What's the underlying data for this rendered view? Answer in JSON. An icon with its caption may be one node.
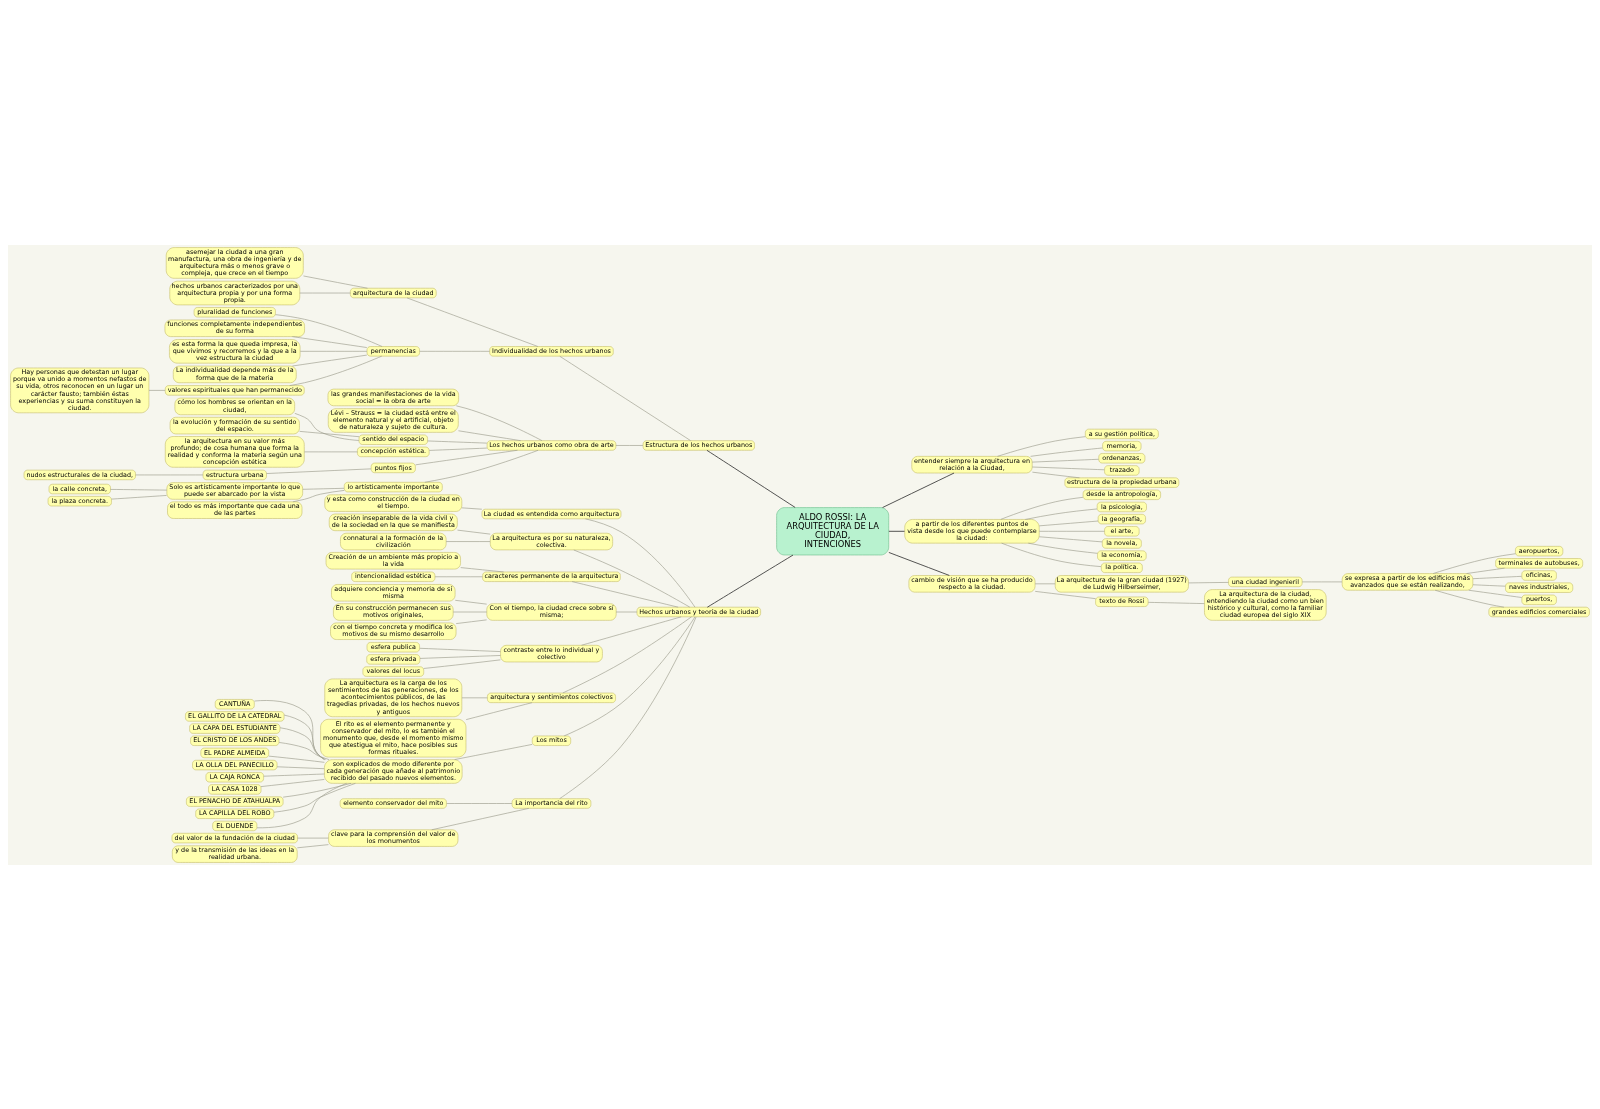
{
  "diagram": {
    "nodes": [
      {
        "text": [
          "ALDO ROSSI: LA ARQUITECTURA DE LA CIUDAD, INTENCIONES"
        ]
      },
      {
        "text": [
          "Estructura de los hechos urbanos"
        ]
      },
      {
        "text": [
          "Individualidad de los hechos urbanos"
        ]
      },
      {
        "text": [
          "arquitectura de la ciudad"
        ]
      },
      {
        "text": [
          "asemejar la ciudad a una gran manufactura, una obra de ingeniería y de arquitectura más o menos grave o compleja, que crece en el tiempo"
        ]
      },
      {
        "text": [
          "hechos urbanos caracterizados por una arquitectura propia y por una forma propia."
        ]
      },
      {
        "text": [
          "permanencias"
        ]
      },
      {
        "text": [
          "pluralidad de funciones"
        ]
      },
      {
        "text": [
          "funciones completamente independientes de su forma"
        ]
      },
      {
        "text": [
          "es esta forma la que queda impresa, la que vivimos y recorremos y la que a la vez estructura la ciudad"
        ]
      },
      {
        "text": [
          "La individualidad depende más de la forma que de la materia"
        ]
      },
      {
        "text": [
          "valores espirituales que han permanecido"
        ]
      },
      {
        "text": [
          "Hay personas que detestan un lugar porque va unido a momentos nefastos de su vida, otros reconocen en un lugar un carácter fausto; también éstas experiencias y su suma constituyen la ciudad."
        ]
      },
      {
        "text": [
          "Los hechos urbanos como obra de arte"
        ]
      },
      {
        "text": [
          "las grandes manifestaciones de la vida social = la obra de arte"
        ]
      },
      {
        "text": [
          "Lévi – Strauss = la ciudad está entre el elemento natural y el artificial, objeto de naturaleza y sujeto de cultura."
        ]
      },
      {
        "text": [
          "sentido del espacio"
        ]
      },
      {
        "text": [
          "cómo los hombres se orientan en la ciudad,"
        ]
      },
      {
        "text": [
          "la evolución y formación de su sentido del espacio."
        ]
      },
      {
        "text": [
          "concepción estética."
        ]
      },
      {
        "text": [
          "la arquitectura en su valor más profundo; de cosa humana que forma la realidad y conforma la materia según una concepción estética"
        ]
      },
      {
        "text": [
          "puntos fijos"
        ]
      },
      {
        "text": [
          "estructura urbana"
        ]
      },
      {
        "text": [
          "nudos estructurales de la ciudad,"
        ]
      },
      {
        "text": [
          "lo artísticamente importante"
        ]
      },
      {
        "text": [
          "Solo es artísticamente importante lo que puede ser abarcado por la vista"
        ]
      },
      {
        "text": [
          "la calle concreta,"
        ]
      },
      {
        "text": [
          "la plaza concreta."
        ]
      },
      {
        "text": [
          "el todo es más importante que cada una de las partes"
        ]
      },
      {
        "text": [
          "Hechos urbanos y teoría de la ciudad"
        ]
      },
      {
        "text": [
          "La ciudad es entendida como arquitectura"
        ]
      },
      {
        "text": [
          "y esta como construcción de la ciudad en el tiempo."
        ]
      },
      {
        "text": [
          "La arquitectura es por su naturaleza, colectiva."
        ]
      },
      {
        "text": [
          "creación inseparable de la vida civil y de la sociedad en la que se manifiesta"
        ]
      },
      {
        "text": [
          "connatural a la formación de la civilización"
        ]
      },
      {
        "text": [
          "caracteres permanente de la arquitectura"
        ]
      },
      {
        "text": [
          "Creación de un ambiente más propicio a la vida"
        ]
      },
      {
        "text": [
          "intencionalidad estética"
        ]
      },
      {
        "text": [
          "Con el tiempo, la ciudad crece sobre sí misma;"
        ]
      },
      {
        "text": [
          "adquiere conciencia y memoria de sí misma"
        ]
      },
      {
        "text": [
          "En su construcción permanecen sus motivos originales,"
        ]
      },
      {
        "text": [
          "con el tiempo concreta y modifica los motivos de su mismo desarrollo"
        ]
      },
      {
        "text": [
          "contraste entre lo individual y colectivo"
        ]
      },
      {
        "text": [
          "esfera publica"
        ]
      },
      {
        "text": [
          "esfera privada"
        ]
      },
      {
        "text": [
          "valores del locus"
        ]
      },
      {
        "text": [
          "arquitectura y sentimientos colectivos"
        ]
      },
      {
        "text": [
          "La arquitectura es la carga de los sentimientos de las generaciones, de los acontecimientos públicos, de las tragedias privadas, de los hechos nuevos y antiguos"
        ]
      },
      {
        "text": [
          "El rito es el elemento permanente y conservador del mito, lo es también el monumento que, desde el momento mismo que atestigua el mito, hace posibles sus formas rituales."
        ]
      },
      {
        "text": [
          "Los mitos"
        ]
      },
      {
        "text": [
          "son explicados de modo diferente por cada generación que añade al patrimonio recibido del pasado nuevos elementos."
        ]
      },
      {
        "text": [
          "CANTUÑA"
        ]
      },
      {
        "text": [
          "EL GALLITO DE LA CATEDRAL"
        ]
      },
      {
        "text": [
          "LA CAPA DEL ESTUDIANTE"
        ]
      },
      {
        "text": [
          "EL CRISTO DE LOS ANDES"
        ]
      },
      {
        "text": [
          "EL PADRE ALMEIDA"
        ]
      },
      {
        "text": [
          "LA OLLA DEL PANECILLO"
        ]
      },
      {
        "text": [
          "LA CAJA RONCA"
        ]
      },
      {
        "text": [
          "LA CASA 1028"
        ]
      },
      {
        "text": [
          "EL PENACHO DE ATAHUALPA"
        ]
      },
      {
        "text": [
          "LA CAPILLA DEL ROBO"
        ]
      },
      {
        "text": [
          "EL DUENDE"
        ]
      },
      {
        "text": [
          "La importancia del rito"
        ]
      },
      {
        "text": [
          "elemento conservador del mito"
        ]
      },
      {
        "text": [
          "clave para la comprensión del valor de los monumentos"
        ]
      },
      {
        "text": [
          "del valor de la fundación de la ciudad"
        ]
      },
      {
        "text": [
          "y de la transmisión de las ideas en la realidad urbana."
        ]
      },
      {
        "text": [
          "entender siempre la arquitectura en relación a la Ciudad,"
        ]
      },
      {
        "text": [
          "a su gestión política,"
        ]
      },
      {
        "text": [
          "memoria,"
        ]
      },
      {
        "text": [
          "ordenanzas,"
        ]
      },
      {
        "text": [
          "trazado"
        ]
      },
      {
        "text": [
          "estructura de la propiedad urbana"
        ]
      },
      {
        "text": [
          "a partir de los diferentes puntos de vista desde los que puede contemplarse la ciudad:"
        ]
      },
      {
        "text": [
          "desde la antropología,"
        ]
      },
      {
        "text": [
          "la psicologia,"
        ]
      },
      {
        "text": [
          "la geografía,"
        ]
      },
      {
        "text": [
          "el arte,"
        ]
      },
      {
        "text": [
          "la novela,"
        ]
      },
      {
        "text": [
          "la economía,"
        ]
      },
      {
        "text": [
          "la política."
        ]
      },
      {
        "text": [
          "cambio de visión que se ha producido respecto a la ciudad."
        ]
      },
      {
        "text": [
          "La arquitectura de la gran ciudad (1927) de Ludwig Hilberseimer,"
        ]
      },
      {
        "text": [
          "una ciudad ingenieril"
        ]
      },
      {
        "text": [
          "se expresa a partir de los edificios más avanzados que se están realizando,"
        ]
      },
      {
        "text": [
          "aeropuertos,"
        ]
      },
      {
        "text": [
          "terminales de autobuses,"
        ]
      },
      {
        "text": [
          "oficinas,"
        ]
      },
      {
        "text": [
          "naves industriales,"
        ]
      },
      {
        "text": [
          "puertos,"
        ]
      },
      {
        "text": [
          "grandes edificios comerciales"
        ]
      },
      {
        "text": [
          "texto de Rossi"
        ]
      },
      {
        "text": [
          "La arquitectura de la ciudad, entendiendo la ciudad como un bien histórico y cultural, como la familiar ciudad europea del siglo XIX"
        ]
      }
    ],
    "edges": [
      {
        "from": 0,
        "to": 1,
        "arrow": "none",
        "color": "#333333"
      },
      {
        "from": 1,
        "to": 2,
        "arrow": "none"
      },
      {
        "from": 2,
        "to": 3,
        "arrow": "none"
      },
      {
        "from": 3,
        "to": 4,
        "arrow": "none"
      },
      {
        "from": 3,
        "to": 5,
        "arrow": "none"
      },
      {
        "from": 2,
        "to": 6,
        "arrow": "none"
      },
      {
        "from": 6,
        "to": 7,
        "arrow": "none"
      },
      {
        "from": 6,
        "to": 8,
        "arrow": "none"
      },
      {
        "from": 6,
        "to": 9,
        "arrow": "none"
      },
      {
        "from": 6,
        "to": 10,
        "arrow": "none"
      },
      {
        "from": 6,
        "to": 11,
        "arrow": "none"
      },
      {
        "from": 11,
        "to": 12,
        "arrow": "none"
      },
      {
        "from": 1,
        "to": 13,
        "arrow": "none"
      },
      {
        "from": 13,
        "to": 14,
        "arrow": "none"
      },
      {
        "from": 13,
        "to": 15,
        "arrow": "none"
      },
      {
        "from": 13,
        "to": 16,
        "arrow": "none"
      },
      {
        "from": 16,
        "to": 17,
        "arrow": "none"
      },
      {
        "from": 16,
        "to": 18,
        "arrow": "none"
      },
      {
        "from": 13,
        "to": 19,
        "arrow": "none"
      },
      {
        "from": 19,
        "to": 20,
        "arrow": "none"
      },
      {
        "from": 13,
        "to": 21,
        "arrow": "none"
      },
      {
        "from": 21,
        "to": 22,
        "arrow": "none"
      },
      {
        "from": 22,
        "to": 23,
        "arrow": "none"
      },
      {
        "from": 13,
        "to": 24,
        "arrow": "none"
      },
      {
        "from": 24,
        "to": 25,
        "arrow": "none"
      },
      {
        "from": 25,
        "to": 26,
        "arrow": "none"
      },
      {
        "from": 25,
        "to": 27,
        "arrow": "none"
      },
      {
        "from": 24,
        "to": 28,
        "arrow": "none"
      },
      {
        "from": 0,
        "to": 29,
        "arrow": "none",
        "color": "#333333"
      },
      {
        "from": 29,
        "to": 30,
        "arrow": "none"
      },
      {
        "from": 30,
        "to": 31,
        "arrow": "none"
      },
      {
        "from": 29,
        "to": 32,
        "arrow": "none"
      },
      {
        "from": 32,
        "to": 33,
        "arrow": "none"
      },
      {
        "from": 32,
        "to": 34,
        "arrow": "none"
      },
      {
        "from": 29,
        "to": 35,
        "arrow": "none"
      },
      {
        "from": 35,
        "to": 36,
        "arrow": "none"
      },
      {
        "from": 35,
        "to": 37,
        "arrow": "none"
      },
      {
        "from": 29,
        "to": 38,
        "arrow": "none"
      },
      {
        "from": 38,
        "to": 39,
        "arrow": "none"
      },
      {
        "from": 38,
        "to": 40,
        "arrow": "none"
      },
      {
        "from": 38,
        "to": 41,
        "arrow": "none"
      },
      {
        "from": 29,
        "to": 42,
        "arrow": "none"
      },
      {
        "from": 42,
        "to": 43,
        "arrow": "none"
      },
      {
        "from": 42,
        "to": 44,
        "arrow": "none"
      },
      {
        "from": 42,
        "to": 45,
        "arrow": "none"
      },
      {
        "from": 29,
        "to": 46,
        "arrow": "none"
      },
      {
        "from": 46,
        "to": 47,
        "arrow": "none"
      },
      {
        "from": 46,
        "to": 48,
        "arrow": "none"
      },
      {
        "from": 29,
        "to": 49,
        "arrow": "none"
      },
      {
        "from": 49,
        "to": 50,
        "arrow": "none"
      },
      {
        "from": 50,
        "to": 51,
        "arrow": "none"
      },
      {
        "from": 50,
        "to": 52,
        "arrow": "none"
      },
      {
        "from": 50,
        "to": 53,
        "arrow": "none"
      },
      {
        "from": 50,
        "to": 54,
        "arrow": "none"
      },
      {
        "from": 50,
        "to": 55,
        "arrow": "none"
      },
      {
        "from": 50,
        "to": 56,
        "arrow": "none"
      },
      {
        "from": 50,
        "to": 57,
        "arrow": "none"
      },
      {
        "from": 50,
        "to": 58,
        "arrow": "none"
      },
      {
        "from": 50,
        "to": 59,
        "arrow": "none"
      },
      {
        "from": 50,
        "to": 60,
        "arrow": "none"
      },
      {
        "from": 50,
        "to": 61,
        "arrow": "none"
      },
      {
        "from": 29,
        "to": 62,
        "arrow": "none"
      },
      {
        "from": 62,
        "to": 63,
        "arrow": "none"
      },
      {
        "from": 62,
        "to": 64,
        "arrow": "none"
      },
      {
        "from": 64,
        "to": 65,
        "arrow": "none"
      },
      {
        "from": 64,
        "to": 66,
        "arrow": "none"
      },
      {
        "from": 0,
        "to": 67,
        "arrow": "none",
        "color": "#333333"
      },
      {
        "from": 67,
        "to": 68,
        "arrow": "none"
      },
      {
        "from": 67,
        "to": 69,
        "arrow": "none"
      },
      {
        "from": 67,
        "to": 70,
        "arrow": "none"
      },
      {
        "from": 67,
        "to": 71,
        "arrow": "none"
      },
      {
        "from": 67,
        "to": 72,
        "arrow": "none"
      },
      {
        "from": 0,
        "to": 73,
        "arrow": "none",
        "color": "#333333"
      },
      {
        "from": 73,
        "to": 74,
        "arrow": "none"
      },
      {
        "from": 73,
        "to": 75,
        "arrow": "none"
      },
      {
        "from": 73,
        "to": 76,
        "arrow": "none"
      },
      {
        "from": 73,
        "to": 77,
        "arrow": "none"
      },
      {
        "from": 73,
        "to": 78,
        "arrow": "none"
      },
      {
        "from": 73,
        "to": 79,
        "arrow": "none"
      },
      {
        "from": 73,
        "to": 80,
        "arrow": "none"
      },
      {
        "from": 0,
        "to": 81,
        "arrow": "none",
        "color": "#333333"
      },
      {
        "from": 81,
        "to": 82,
        "arrow": "none"
      },
      {
        "from": 82,
        "to": 83,
        "arrow": "none"
      },
      {
        "from": 83,
        "to": 84,
        "arrow": "none"
      },
      {
        "from": 84,
        "to": 85,
        "arrow": "none"
      },
      {
        "from": 84,
        "to": 86,
        "arrow": "none"
      },
      {
        "from": 84,
        "to": 87,
        "arrow": "none"
      },
      {
        "from": 84,
        "to": 88,
        "arrow": "none"
      },
      {
        "from": 84,
        "to": 89,
        "arrow": "none"
      },
      {
        "from": 84,
        "to": 90,
        "arrow": "none"
      },
      {
        "from": 81,
        "to": 91,
        "arrow": "none"
      },
      {
        "from": 91,
        "to": 92,
        "arrow": "none"
      }
    ]
  }
}
